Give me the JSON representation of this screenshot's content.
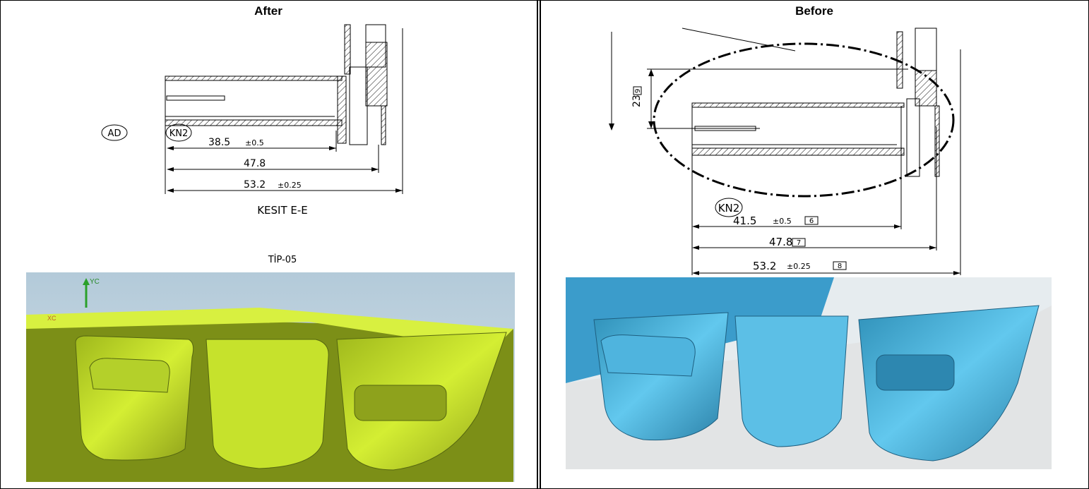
{
  "left": {
    "title": "After",
    "labels": {
      "ad": "AD",
      "kn2": "KN2",
      "dim1": "38.5",
      "tol1": "±0.5",
      "dim2": "47.8",
      "dim3": "53.2",
      "tol3": "±0.25",
      "section": "KESIT E-E",
      "type": "TİP-05",
      "axis_y": "YC",
      "axis_x": "XC"
    },
    "render_color": "#c8e62a"
  },
  "right": {
    "title": "Before",
    "labels": {
      "kn2": "KN2",
      "dim_vert": "23",
      "dim_vert_box": "9",
      "dim1": "41.5",
      "tol1": "±0.5",
      "box1": "6",
      "dim2": "47.8",
      "box2": "7",
      "dim3": "53.2",
      "tol3": "±0.25",
      "box3": "8"
    },
    "render_color": "#5bc4ea"
  }
}
